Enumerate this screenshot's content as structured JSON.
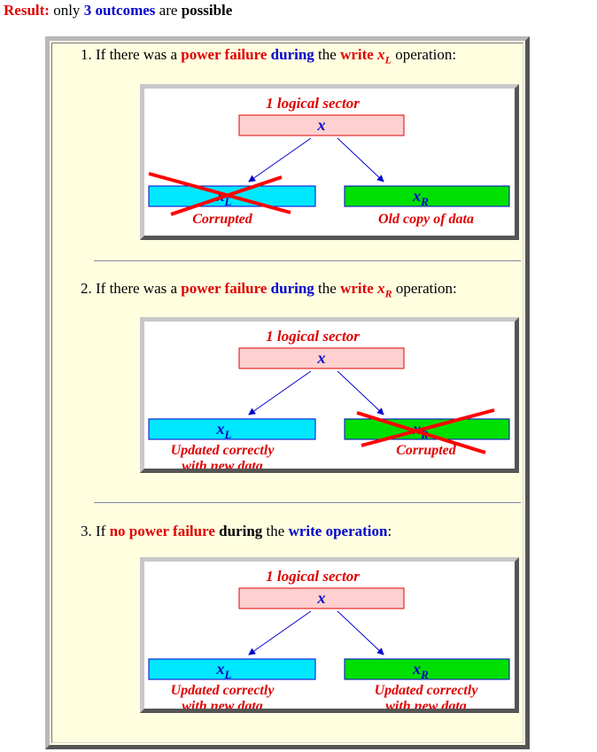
{
  "result": {
    "label": "Result:",
    "t1": " only ",
    "count": "3 outcomes",
    "t2": " are ",
    "possible": "possible"
  },
  "cases": [
    {
      "num": "1. If there was a ",
      "power_failure": "power failure",
      "sp1": " ",
      "during": "during",
      "the": " the ",
      "write": "write",
      "var": "x",
      "sub": "L",
      "operation": " operation:",
      "diagram": {
        "top_label": "1 logical sector",
        "top_var": "x",
        "left_var": "x",
        "left_sub": "L",
        "right_var": "x",
        "right_sub": "R",
        "left_caption": [
          "Corrupted"
        ],
        "right_caption": [
          "Old copy of data"
        ]
      }
    },
    {
      "num": "2. If there was a ",
      "power_failure": "power failure",
      "sp1": " ",
      "during": "during",
      "the": " the ",
      "write": "write",
      "var": "x",
      "sub": "R",
      "operation": " operation:",
      "diagram": {
        "top_label": "1 logical sector",
        "top_var": "x",
        "left_var": "x",
        "left_sub": "L",
        "right_var": "x",
        "right_sub": "R",
        "left_caption": [
          "Updated correctly",
          "with new data"
        ],
        "right_caption": [
          "Corrupted"
        ]
      }
    },
    {
      "num": "3. If ",
      "no_power_failure": "no power failure",
      "sp1": " ",
      "during": "during",
      "the": " the ",
      "write_operation": "write operation",
      "colon": ":",
      "diagram": {
        "top_label": "1 logical sector",
        "top_var": "x",
        "left_var": "x",
        "left_sub": "L",
        "right_var": "x",
        "right_sub": "R",
        "left_caption": [
          "Updated correctly",
          "with new data"
        ],
        "right_caption": [
          "Updated correctly",
          "with new data"
        ]
      }
    }
  ],
  "colors": {
    "red": "#e00000",
    "blue": "#0000cc",
    "sector_fill": "#ffd0d0",
    "left_fill": "#00e8ff",
    "right_fill": "#00e000",
    "panel_bg": "#ffffe0"
  }
}
